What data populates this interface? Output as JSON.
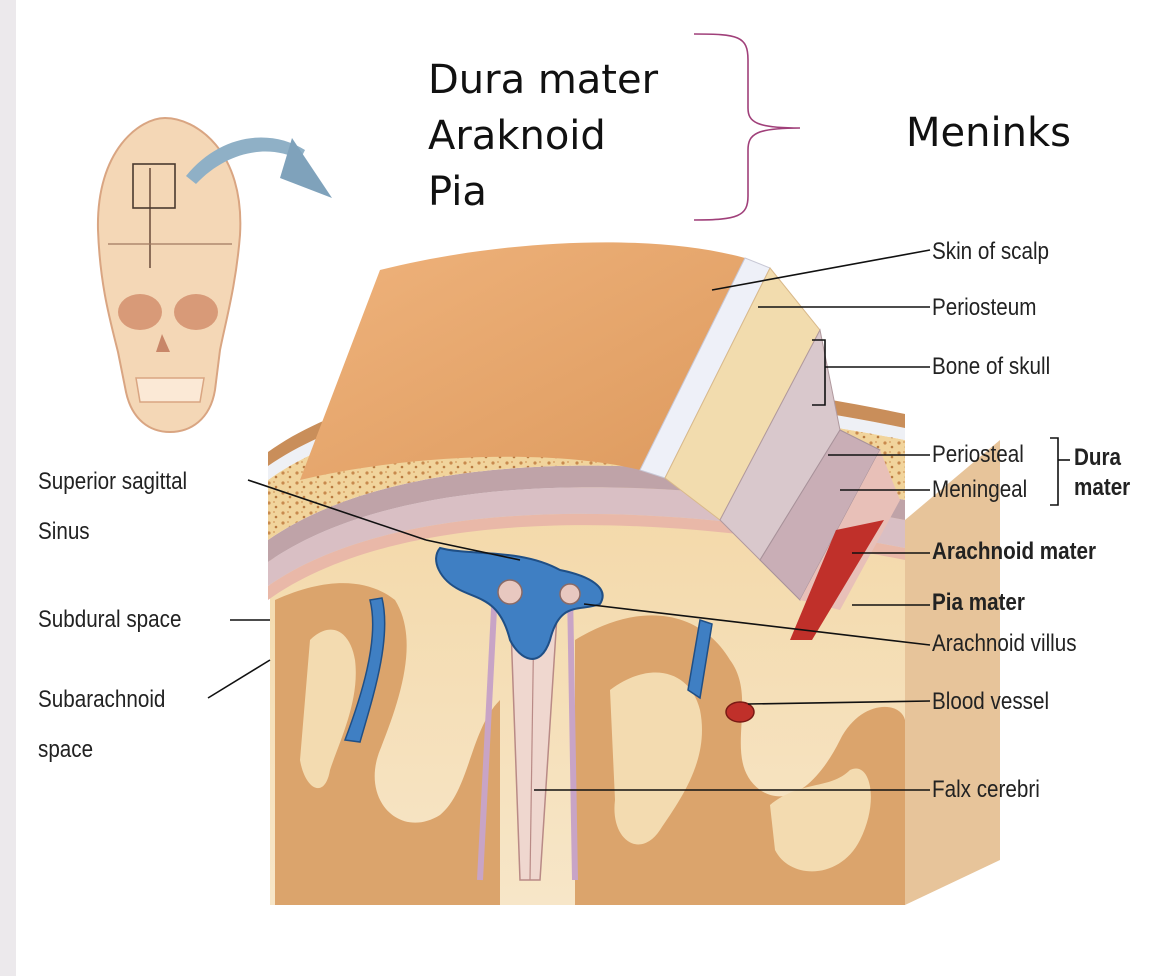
{
  "annotation": {
    "layers": [
      "Dura mater",
      "Araknoid",
      "Pia"
    ],
    "group_label": "Meninks",
    "brace_color": "#a0407a"
  },
  "right_labels": {
    "skin": "Skin of scalp",
    "periosteum": "Periosteum",
    "bone": "Bone of skull",
    "periosteal": "Periosteal",
    "meningeal": "Meningeal",
    "dura_1": "Dura",
    "dura_2": "mater",
    "arachnoid": "Arachnoid mater",
    "pia": "Pia mater",
    "villus": "Arachnoid villus",
    "vessel": "Blood vessel",
    "falx": "Falx cerebri"
  },
  "left_labels": {
    "sinus_1": "Superior sagittal",
    "sinus_2": "Sinus",
    "subdural": "Subdural space",
    "subarachnoid_1": "Subarachnoid",
    "subarachnoid_2": "space"
  },
  "colors": {
    "scalp": "#e9a86c",
    "bone": "#f3d9a6",
    "gray_matter": "#dca26a",
    "white_matter": "#f4dcac",
    "sinus": "#3f7fc3",
    "vessel": "#c0302a",
    "arrow": "#8fb0c6"
  }
}
